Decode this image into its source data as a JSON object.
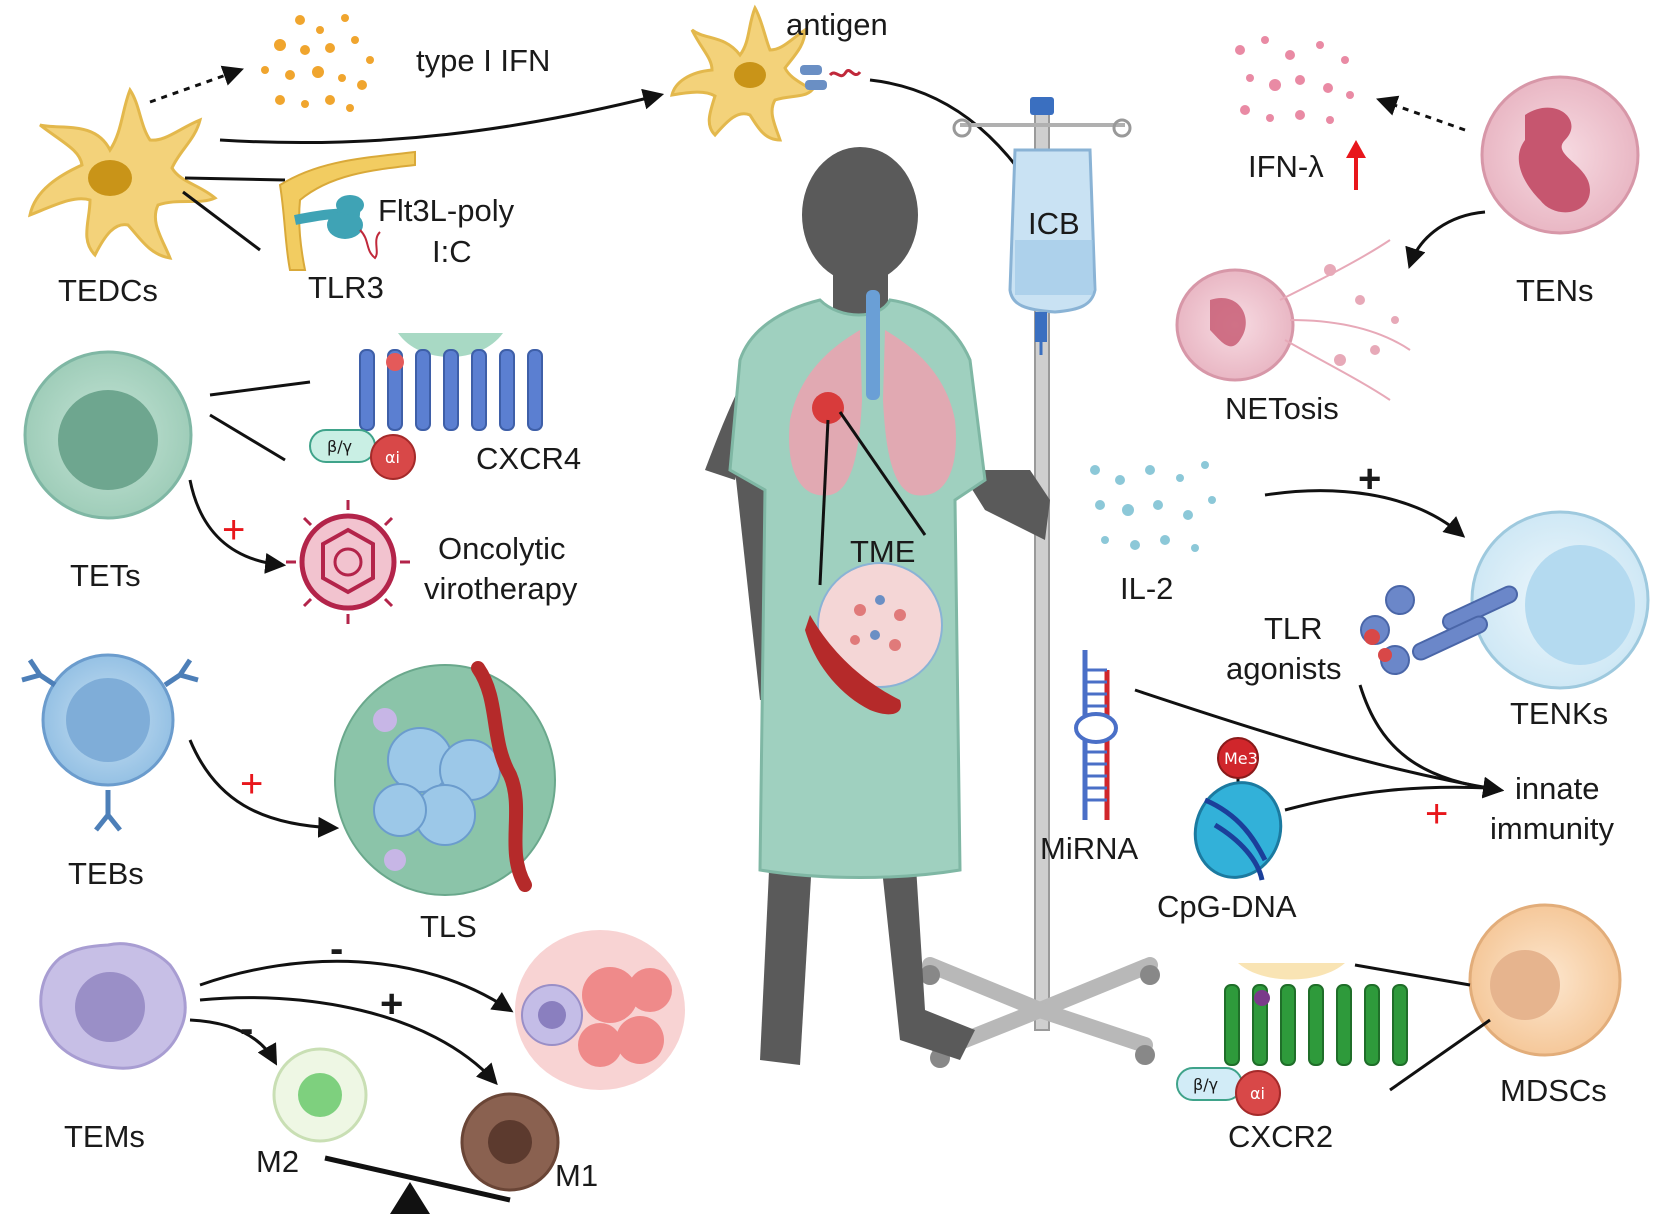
{
  "labels": {
    "tedcs": "TEDCs",
    "type_i_ifn": "type I IFN",
    "antigen": "antigen",
    "flt3l_line1": "Flt3L-poly",
    "flt3l_line2": "I:C",
    "tlr3": "TLR3",
    "tets": "TETs",
    "cxcr4": "CXCR4",
    "oncolytic_line1": "Oncolytic",
    "oncolytic_line2": "virotherapy",
    "tebs": "TEBs",
    "tls": "TLS",
    "tems": "TEMs",
    "m2": "M2",
    "m1": "M1",
    "icb": "ICB",
    "tme": "TME",
    "ifn_lambda": "IFN-λ",
    "tens": "TENs",
    "netosis": "NETosis",
    "il2": "IL-2",
    "tlr_agonists_line1": "TLR",
    "tlr_agonists_line2": "agonists",
    "tenks": "TENKs",
    "mirna": "MiRNA",
    "cpg_dna": "CpG-DNA",
    "me3": "Me3",
    "innate_line1": "innate",
    "innate_line2": "immunity",
    "cxcr2": "CXCR2",
    "mdscs": "MDSCs",
    "beta_gamma": "β/γ",
    "alpha_i": "αi"
  },
  "signs": {
    "plus": "+",
    "minus": "-"
  },
  "colors": {
    "dendritic": "#f3d27a",
    "teal_cell": "#a9d6c4",
    "b_cell": "#a7cdea",
    "macrophage": "#c7bfe6",
    "neutrophil": "#f0c6d0",
    "nk_cell": "#d3ebf7",
    "mdsc": "#f8d7b3",
    "gown": "#9fd0bf",
    "silhouette": "#5a5a5a",
    "red_sign": "#e8161b",
    "receptor_blue": "#5b7fd1",
    "receptor_green": "#2e9a3b"
  }
}
